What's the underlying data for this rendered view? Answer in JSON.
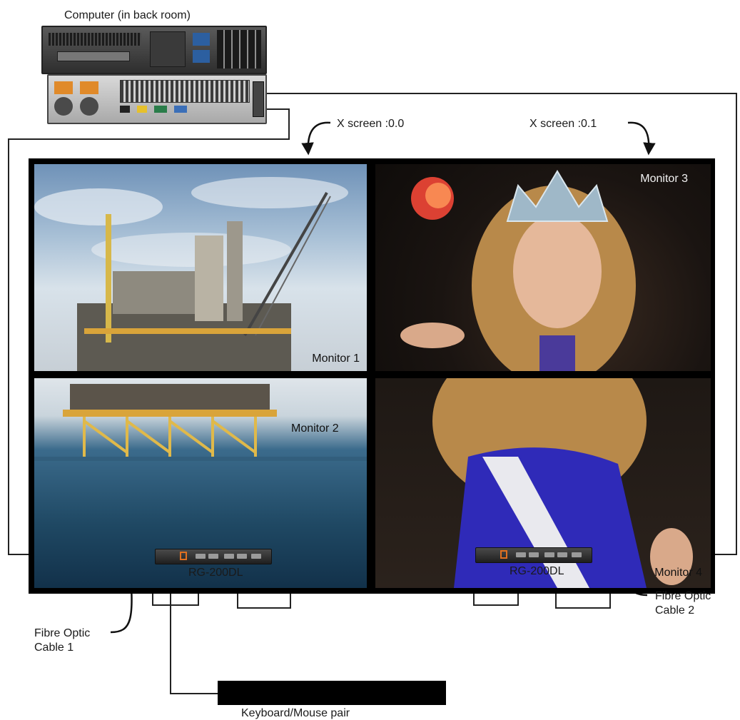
{
  "computer_label": "Computer (in back room)",
  "screen_labels": {
    "screen0": "X screen :0.0",
    "screen1": "X screen :0.1"
  },
  "monitors": {
    "m1": "Monitor 1",
    "m2": "Monitor 2",
    "m3": "Monitor 3",
    "m4": "Monitor 4"
  },
  "devices": {
    "rg_left": "RG-200DL",
    "rg_right": "RG-200DL"
  },
  "cables": {
    "cable1_line1": "Fibre Optic",
    "cable1_line2": "Cable 1",
    "cable2_line1": "Fibre Optic",
    "cable2_line2": "Cable 2"
  },
  "keyboard_label": "Keyboard/Mouse pair",
  "colors": {
    "wire": "#222222",
    "bezel": "#000000",
    "fibre_port": "#e07020"
  }
}
